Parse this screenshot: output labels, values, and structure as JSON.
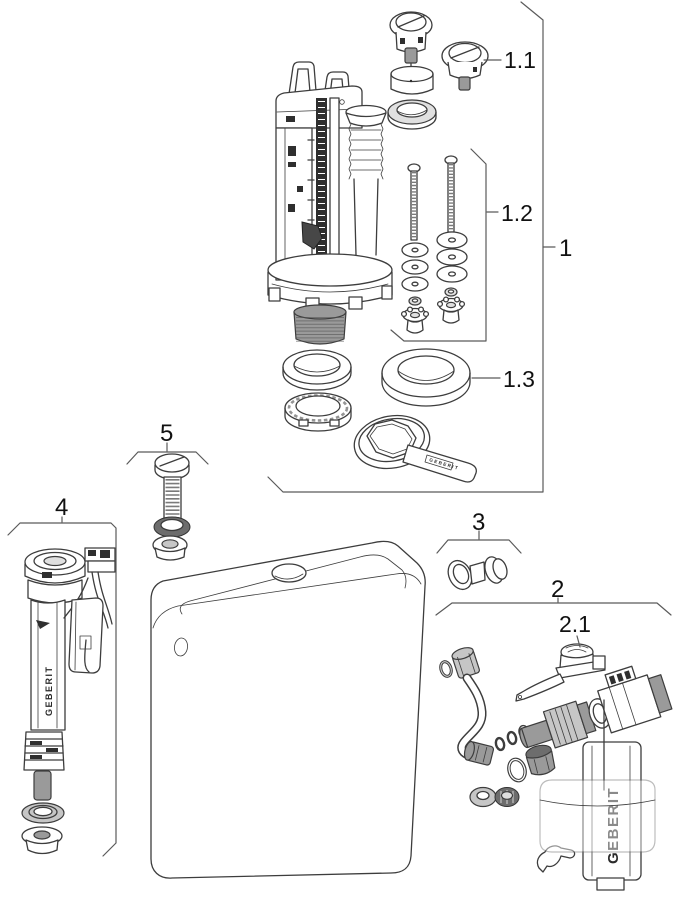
{
  "diagram": {
    "brand": "GEBERIT",
    "labels": {
      "g1": "1",
      "g1_1": "1.1",
      "g1_2": "1.2",
      "g1_3": "1.3",
      "g2": "2",
      "g2_1": "2.1",
      "g3": "3",
      "g4": "4",
      "g5": "5"
    },
    "colors": {
      "background": "#ffffff",
      "line": "#3d3d3d",
      "bracket": "#5a5a5a",
      "label": "#111111",
      "metal_gray": "#9a9a9a",
      "light_gray": "#e0e0e0",
      "rubber_dark": "#6d6d6d",
      "rack_dark": "#2f2f2f"
    }
  }
}
